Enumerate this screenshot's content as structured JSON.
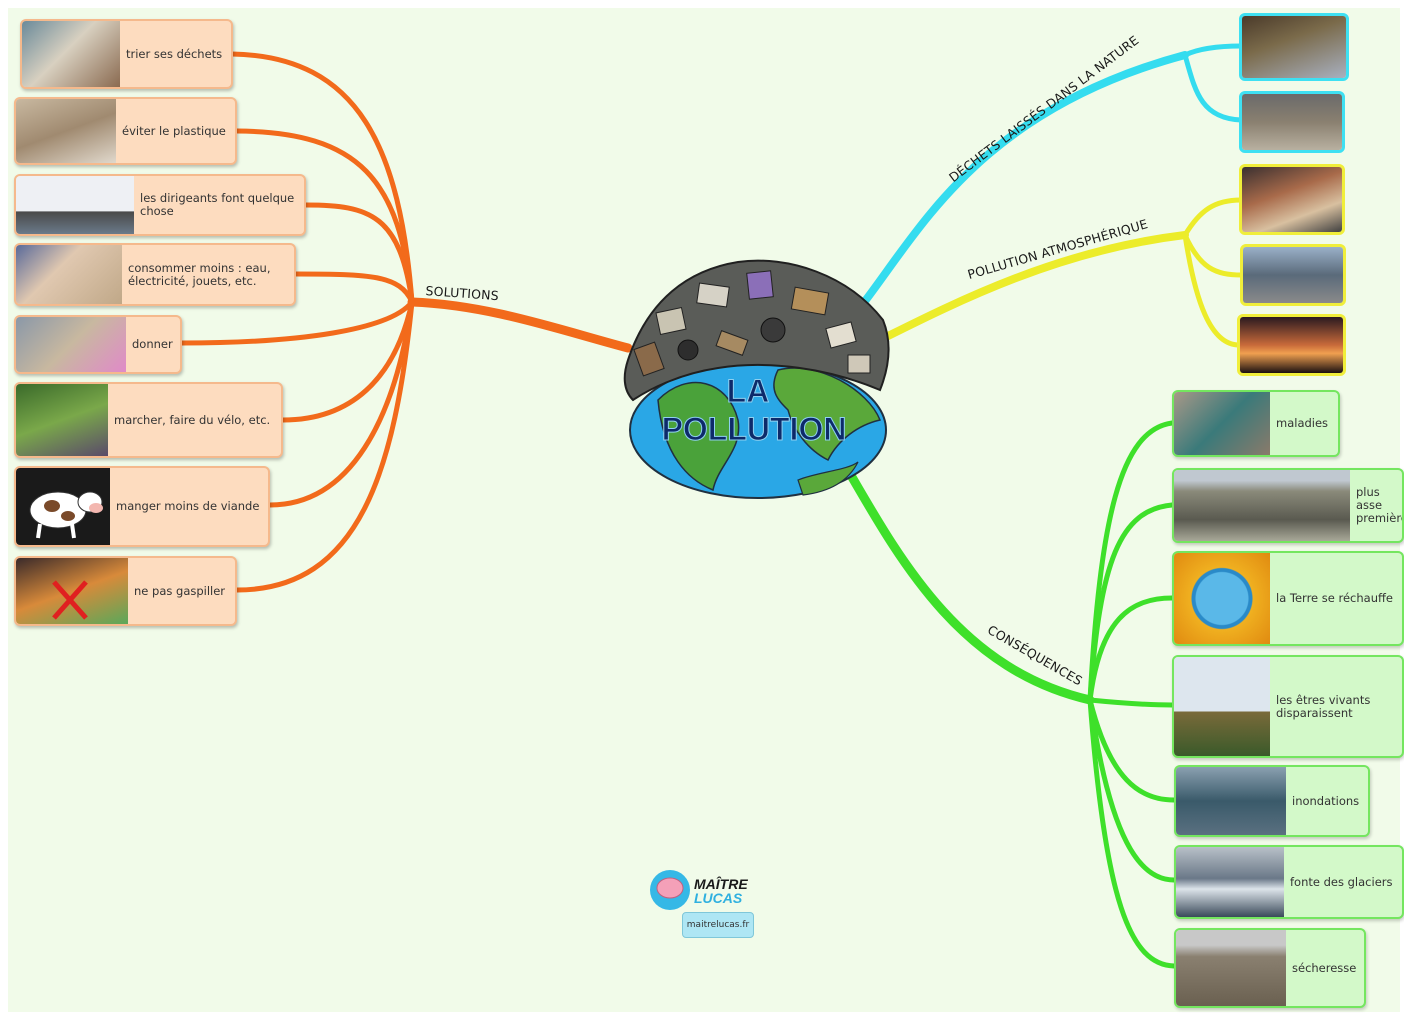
{
  "center": {
    "line1": "LA",
    "line2": "POLLUTION"
  },
  "branches": {
    "solutions": "SOLUTIONS",
    "dechets": "DÉCHETS LAISSÉS DANS LA NATURE",
    "atmos": "POLLUTION ATMOSPHÉRIQUE",
    "consequences": "CONSÉQUENCES"
  },
  "solutions": [
    "trier ses déchets",
    "éviter le plastique",
    "les dirigeants font quelque chose",
    "consommer moins : eau, électricité, jouets, etc.",
    "donner",
    "marcher, faire du vélo, etc.",
    "manger moins de viande",
    "ne pas gaspiller"
  ],
  "consequences": [
    "maladies",
    "plus asse première",
    "la Terre se réchauffe",
    "les êtres vivants disparaissent",
    "inondations",
    "fonte des glaciers",
    "sécheresse"
  ],
  "logo": {
    "line1": "MAÎTRE",
    "line2": "LUCAS",
    "site": "maitrelucas.fr"
  },
  "colors": {
    "orange": "#f26a1b",
    "cyan": "#34dcef",
    "yellow": "#ecec2a",
    "green": "#3ee02a"
  }
}
